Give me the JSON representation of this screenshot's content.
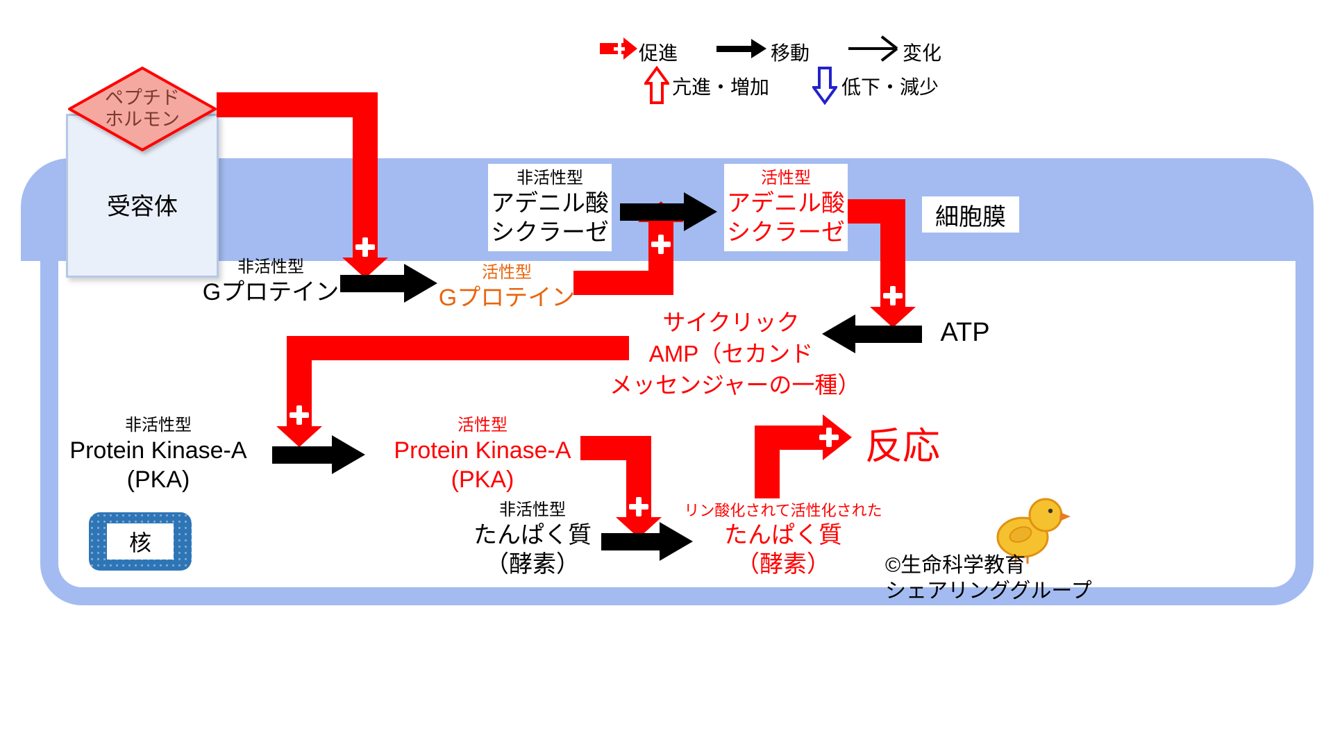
{
  "legend": {
    "promote": "促進",
    "move": "移動",
    "change": "変化",
    "increase": "亢進・増加",
    "decrease": "低下・減少"
  },
  "membrane": {
    "label": "細胞膜"
  },
  "hormone": {
    "line1": "ペプチド",
    "line2": "ホルモン"
  },
  "receptor": {
    "label": "受容体"
  },
  "gprotein": {
    "inactive_tag": "非活性型",
    "inactive_name": "Gプロテイン",
    "active_tag": "活性型",
    "active_name": "Gプロテイン"
  },
  "cyclase": {
    "inactive_tag": "非活性型",
    "inactive_line1": "アデニル酸",
    "inactive_line2": "シクラーゼ",
    "active_tag": "活性型",
    "active_line1": "アデニル酸",
    "active_line2": "シクラーゼ"
  },
  "atp": {
    "label": "ATP"
  },
  "camp": {
    "line1": "サイクリック",
    "line2": "AMP（セカンド",
    "line3": "メッセンジャーの一種）"
  },
  "pka": {
    "inactive_tag": "非活性型",
    "inactive_line1": "Protein Kinase-A",
    "inactive_line2": "(PKA)",
    "active_tag": "活性型",
    "active_line1": "Protein Kinase-A",
    "active_line2": "(PKA)"
  },
  "protein": {
    "inactive_tag": "非活性型",
    "inactive_line1": "たんぱく質",
    "inactive_line2": "（酵素）",
    "active_tag": "リン酸化されて活性化された",
    "active_line1": "たんぱく質",
    "active_line2": "（酵素）"
  },
  "reaction": {
    "label": "反応"
  },
  "nucleus": {
    "label": "核"
  },
  "credit": {
    "line1": "©生命科学教育",
    "line2": "シェアリンググループ"
  },
  "colors": {
    "red": "#ff0000",
    "orange": "#e8650c",
    "membrane_blue": "#a3bbf0",
    "nucleus_blue": "#2e75b6",
    "decrease_blue": "#2222cc",
    "receptor_fill": "#e9f0fa",
    "receptor_border": "#b4c7e7",
    "diamond_fill": "#f5a8a0"
  }
}
